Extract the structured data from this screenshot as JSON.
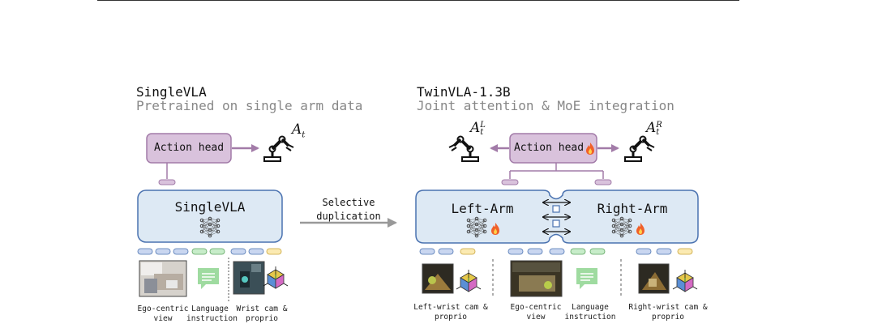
{
  "left": {
    "title": "SingleVLA",
    "subtitle": "Pretrained on single arm data",
    "action_head": "Action head",
    "model_label": "SingleVLA",
    "action_symbol": "A",
    "action_subscript": "t",
    "inputs": [
      "Ego-centric view",
      "Language instruction",
      "Wrist cam & proprio"
    ]
  },
  "arrow_label": "Selective duplication",
  "right": {
    "title": "TwinVLA-1.3B",
    "subtitle": "Joint attention & MoE integration",
    "action_head": "Action head",
    "left_arm": "Left-Arm",
    "right_arm": "Right-Arm",
    "action_symbol": "A",
    "action_subscript": "t",
    "action_left_sup": "L",
    "action_right_sup": "R",
    "inputs": [
      "Left-wrist cam & proprio",
      "Ego-centric view",
      "Language instruction",
      "Right-wrist cam & proprio"
    ]
  },
  "colors": {
    "module_fill": "#dde9f4",
    "module_stroke": "#4a72b0",
    "head_fill": "#d9c2dc",
    "head_stroke": "#a27ba8",
    "token_blue": "#c9d6f0",
    "token_green": "#c7ecc9",
    "token_yellow": "#fbeab2"
  },
  "icons": [
    "robot-arm-icon",
    "neural-net-icon",
    "fire-icon",
    "chat-bubble-icon",
    "axis-cube-icon"
  ]
}
